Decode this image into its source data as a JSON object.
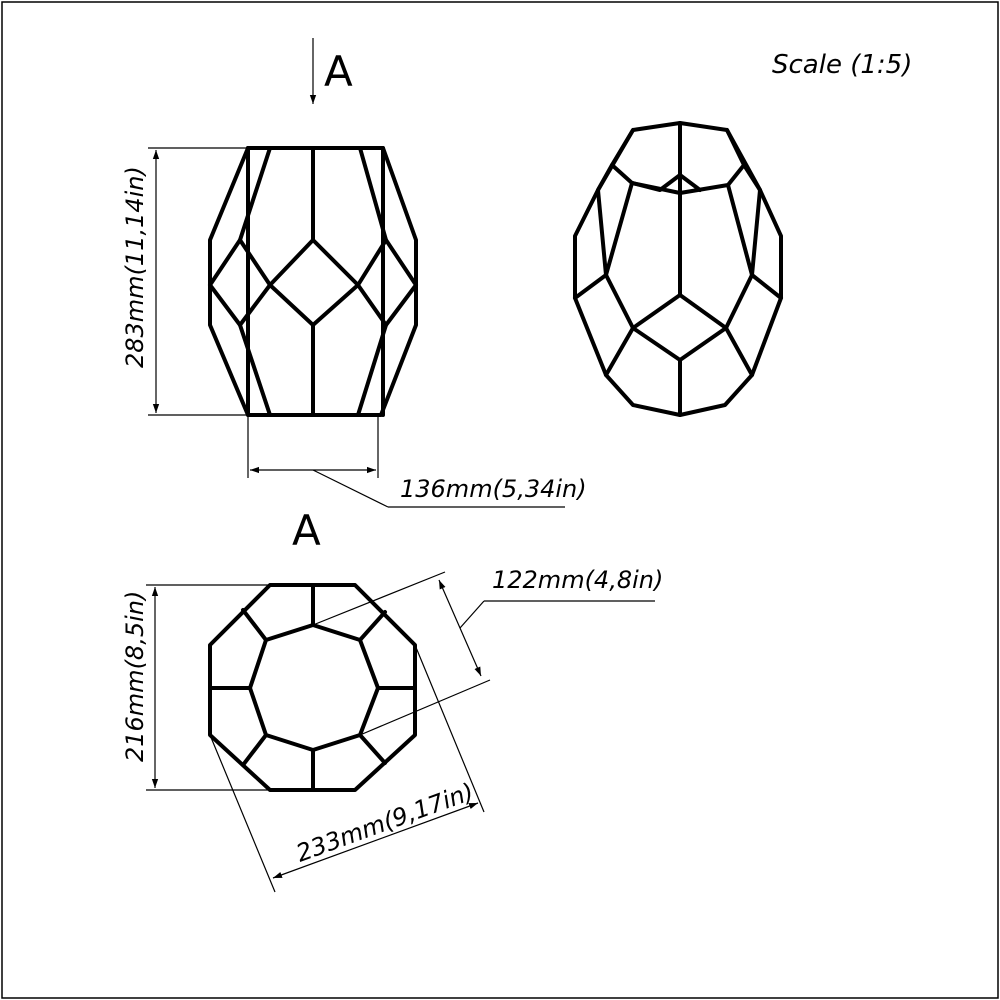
{
  "title_block": {
    "scale": "Scale (1:5)"
  },
  "views": {
    "section_marker": "A",
    "view_label": "A"
  },
  "dimensions": {
    "height": "283mm(11,14in)",
    "base_width": "136mm(5,34in)",
    "flat_width": "216mm(8,5in)",
    "corner_width": "233mm(9,17in)",
    "opening": "122mm(4,8in)"
  }
}
